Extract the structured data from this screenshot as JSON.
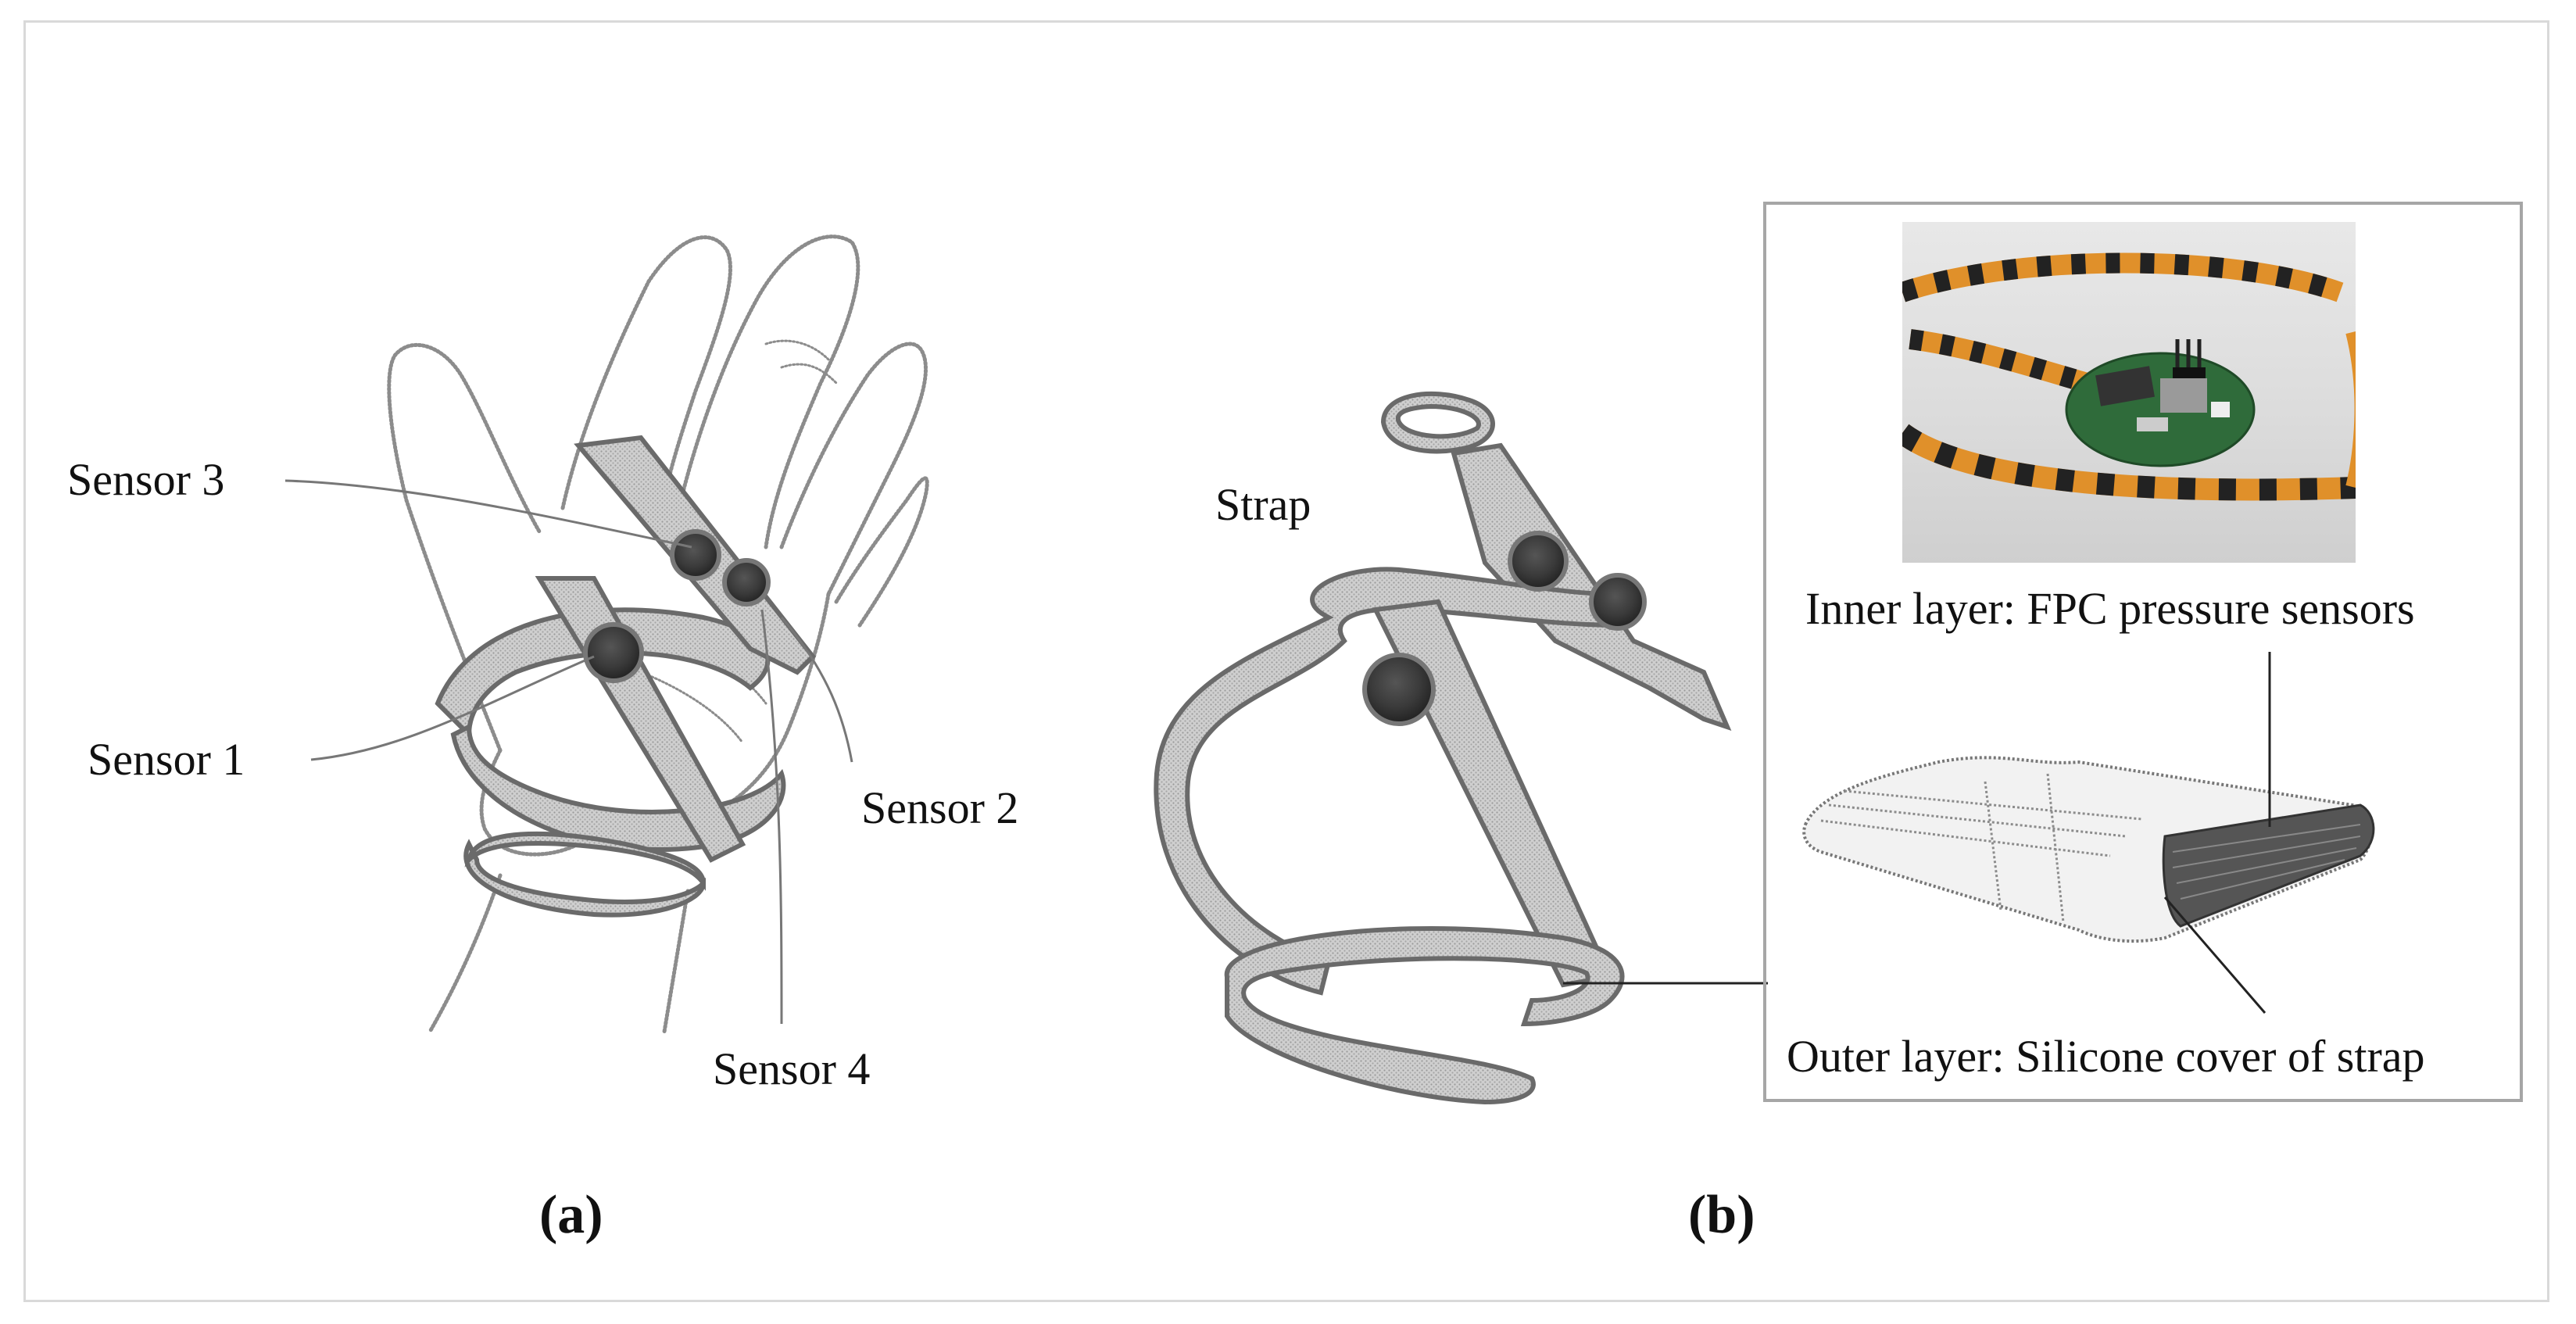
{
  "panel_a": {
    "label": "(a)",
    "sensors": {
      "s1": "Sensor 1",
      "s2": "Sensor 2",
      "s3": "Sensor 3",
      "s4": "Sensor 4"
    }
  },
  "panel_b": {
    "label": "(b)",
    "strap_label": "Strap",
    "inner_layer_label": "Inner layer: FPC pressure sensors",
    "outer_layer_label": "Outer layer: Silicone cover of strap"
  },
  "colors": {
    "band_fill": "#c9c9c9",
    "band_stroke": "#6a6a6a",
    "sketch_line": "#8c8c8c",
    "fpc_orange": "#e0902a",
    "fpc_black": "#222222",
    "pcb_green": "#2f6b3a",
    "frame_border": "#d9d9d9",
    "inset_border": "#a6a6a6"
  }
}
